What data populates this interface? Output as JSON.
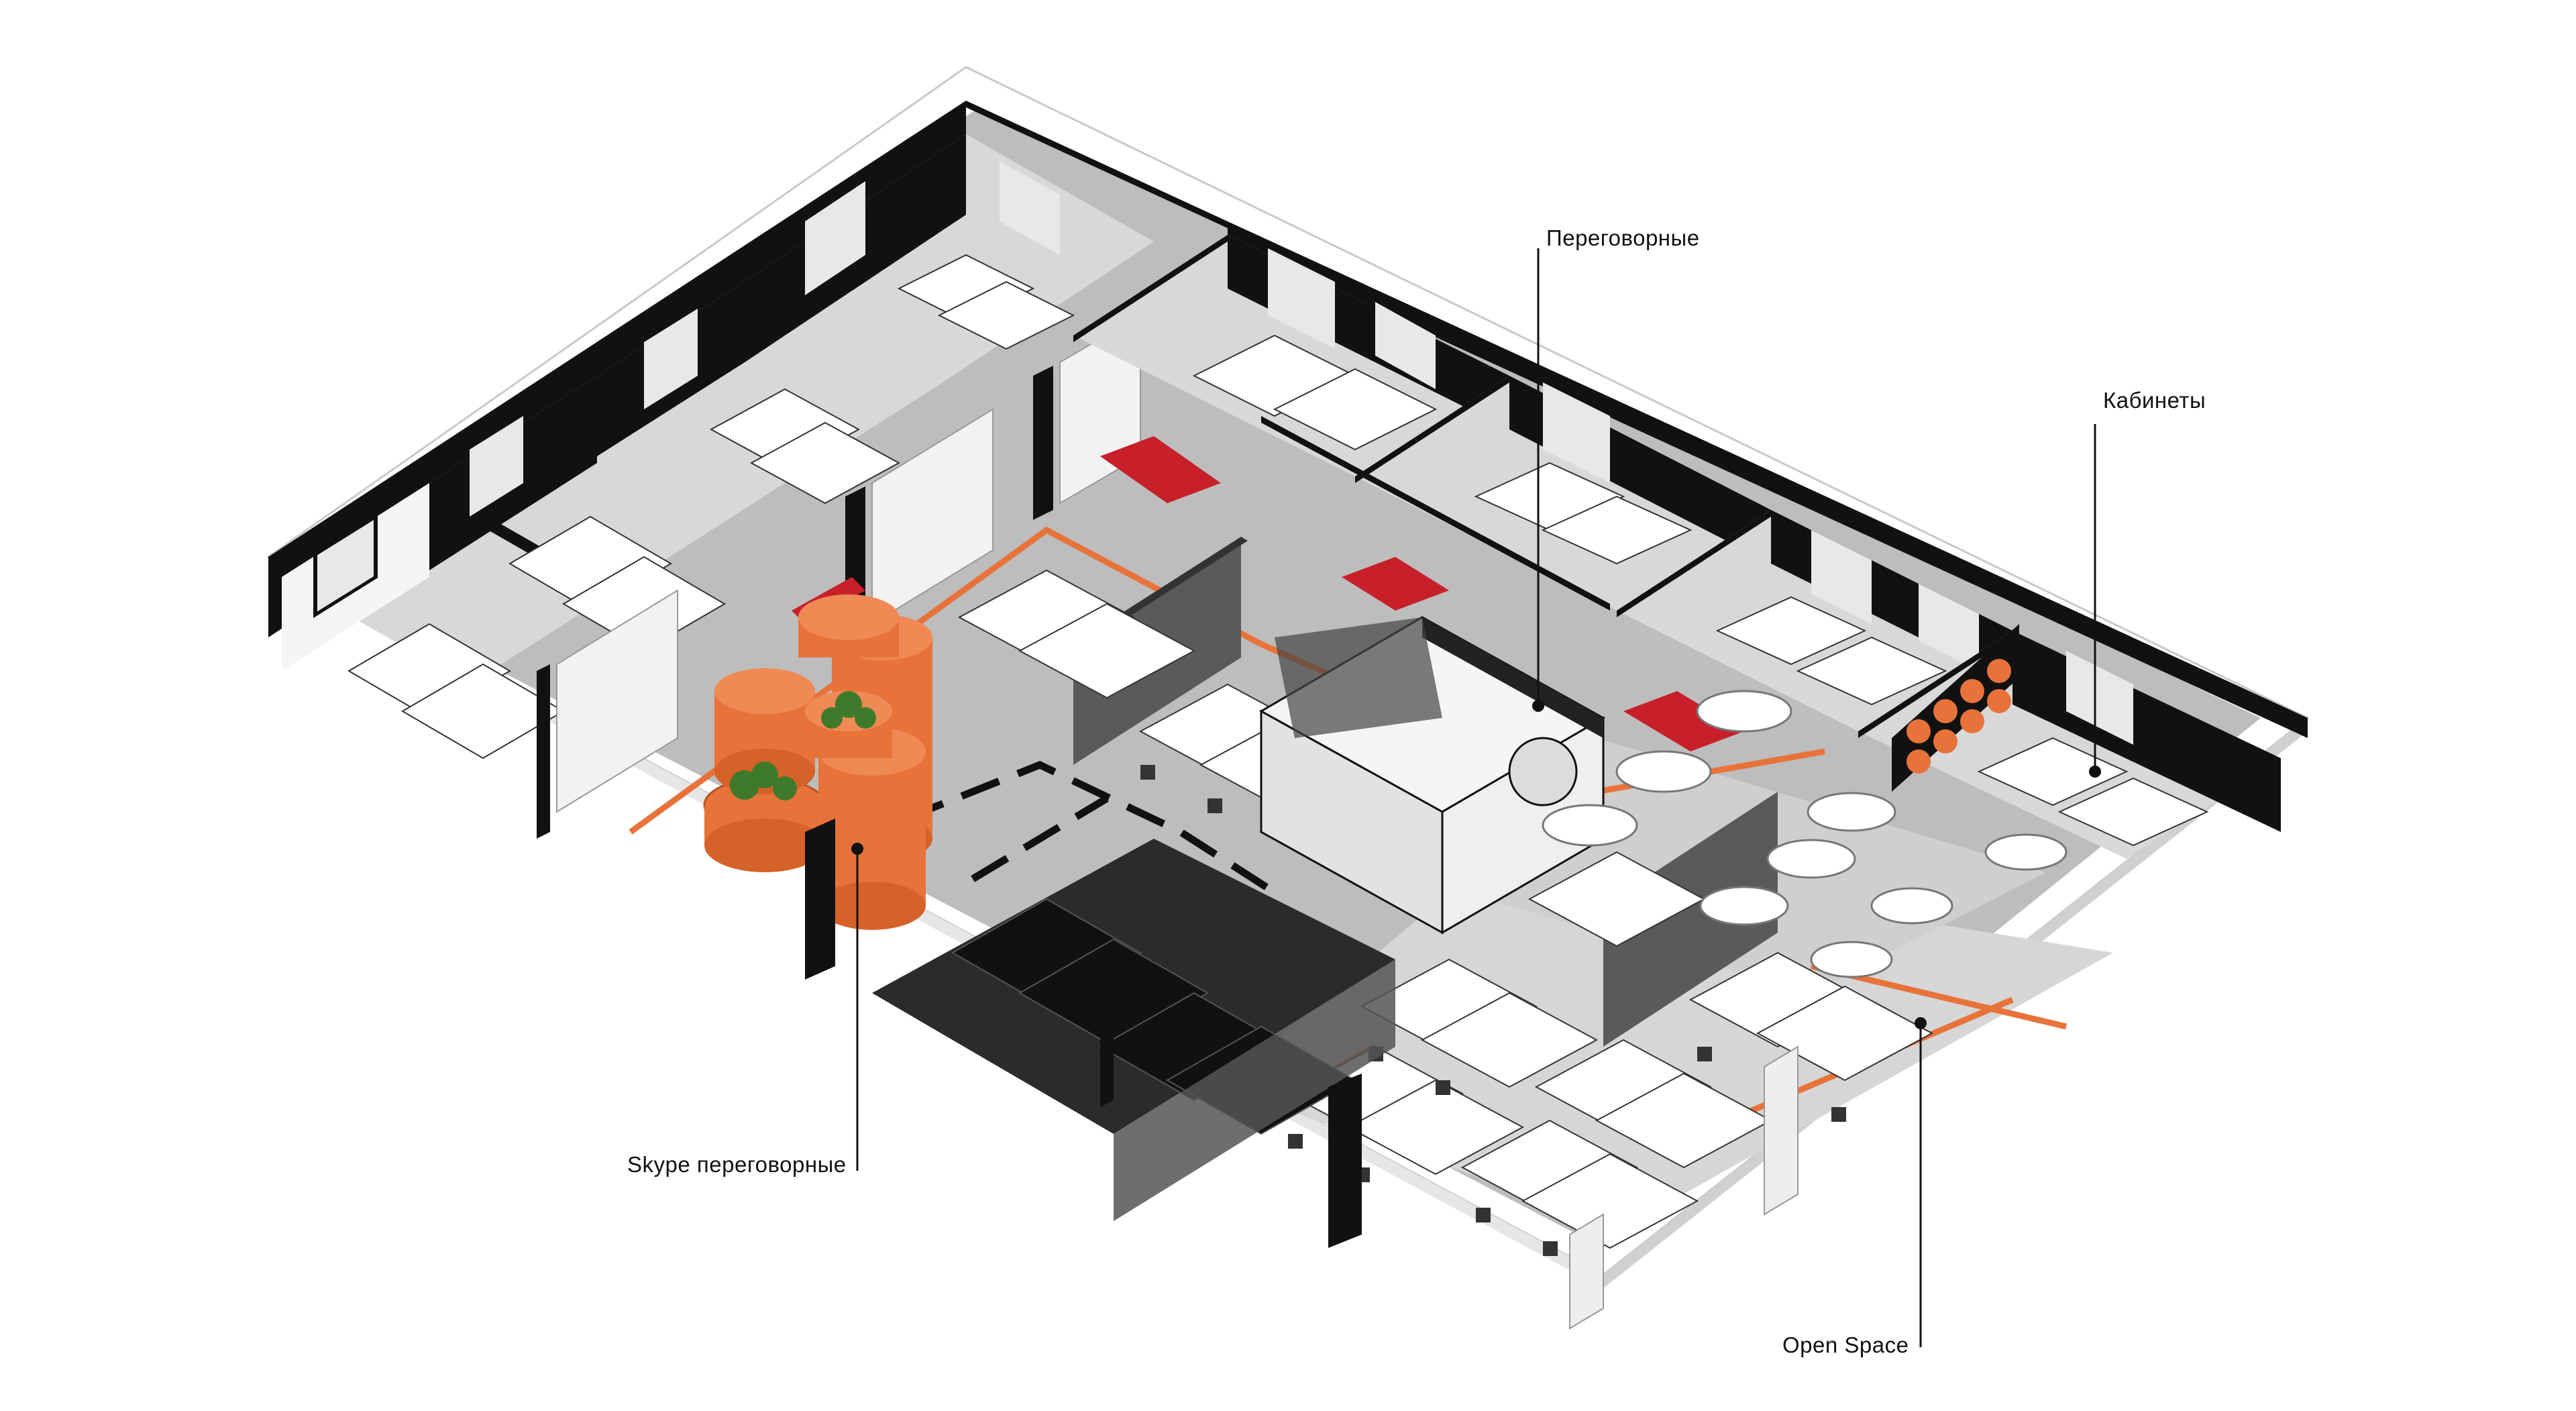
{
  "labels": {
    "meeting_rooms": "Переговорные",
    "offices": "Кабинеты",
    "skype_rooms": "Skype переговорные",
    "open_space": "Open Space"
  },
  "colors": {
    "background": "#ffffff",
    "floor": "#bdbdbd",
    "floor_light": "#d9d9d9",
    "dark_zone": "#2b2b2b",
    "wall": "#111111",
    "wall_light": "#f2f2f2",
    "accent_orange": "#e8733a",
    "accent_red": "#c8202a",
    "desk": "#ffffff",
    "leader": "#111111"
  },
  "icons": {
    "leader_dot": "dot-icon",
    "plant": "plant-icon"
  }
}
